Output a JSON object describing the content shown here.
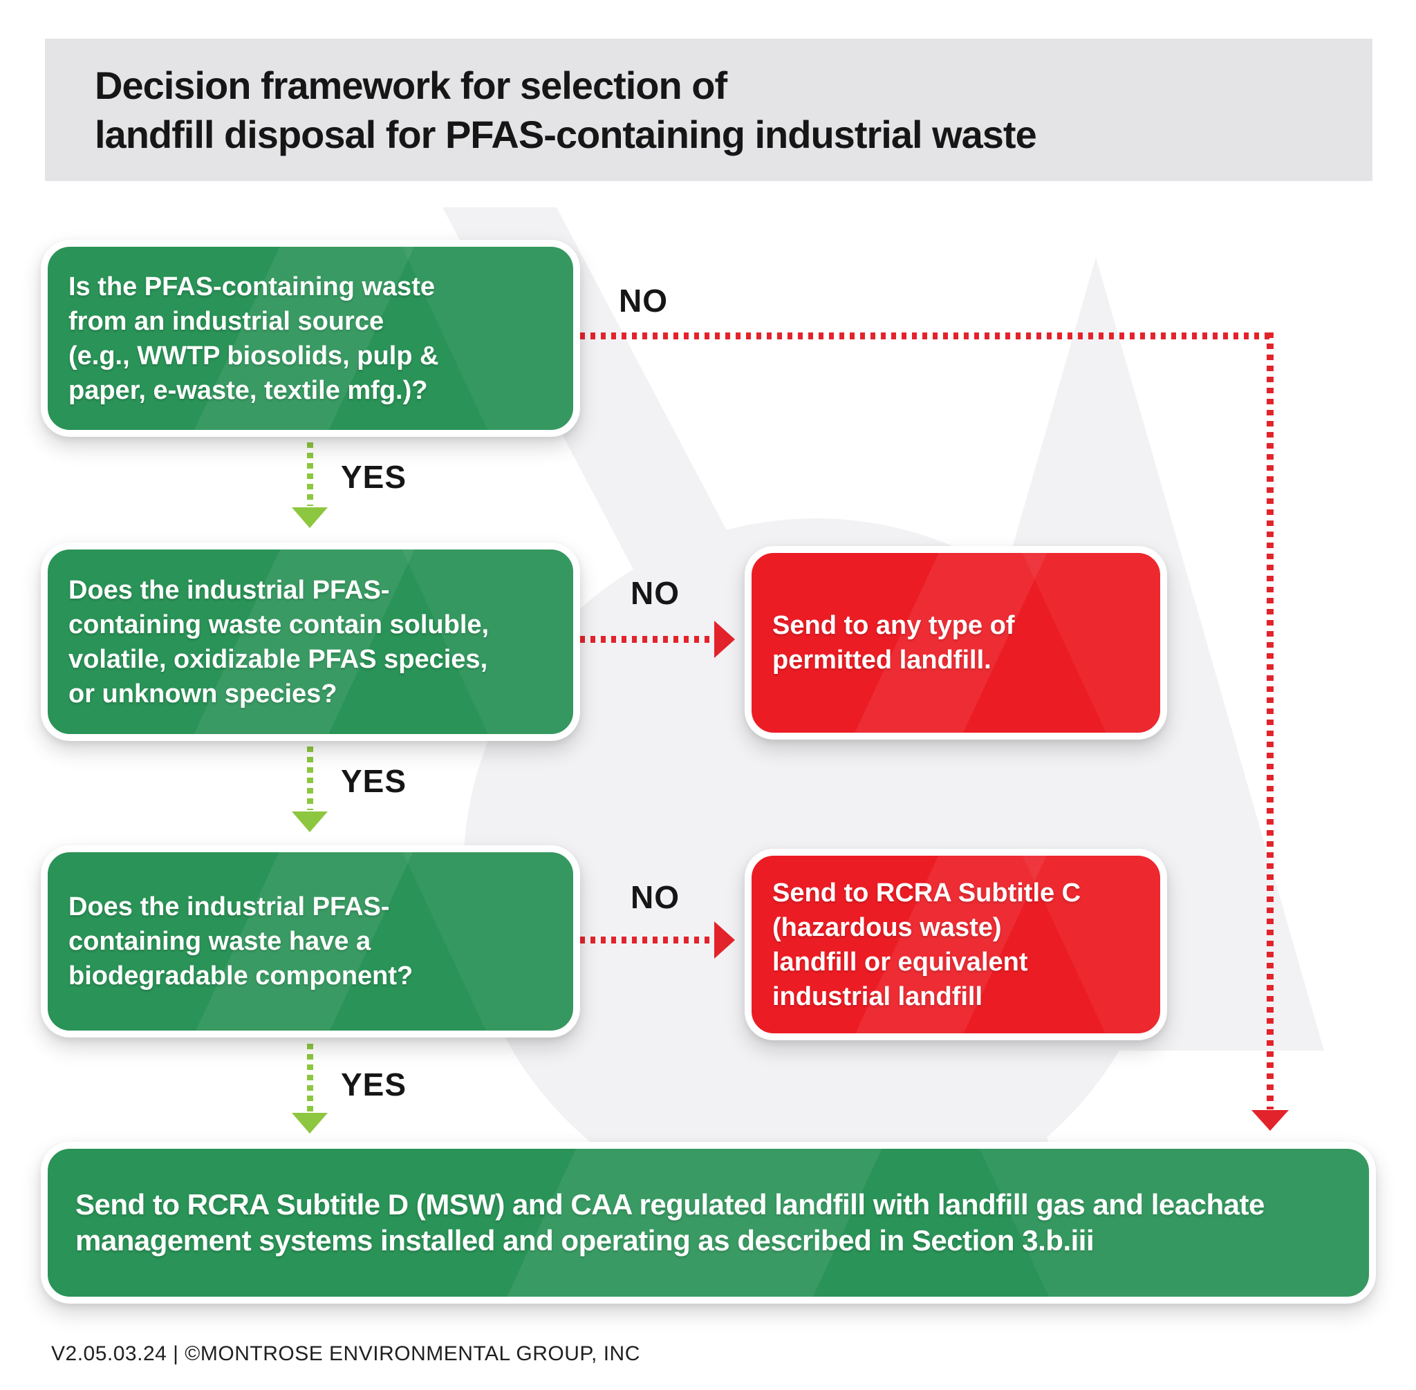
{
  "header": {
    "title_line1": "Decision framework for selection of",
    "title_line2": "landfill disposal for PFAS-containing industrial waste"
  },
  "labels": {
    "yes": "YES",
    "no": "NO"
  },
  "questions": [
    {
      "id": "industrial-source",
      "lines": [
        "Is the PFAS-containing waste",
        "from an industrial source",
        "(e.g., WWTP biosolids, pulp &",
        "paper, e-waste, textile mfg.)?"
      ]
    },
    {
      "id": "soluble-volatile-species",
      "lines": [
        "Does the industrial PFAS-",
        "containing waste contain soluble,",
        "volatile, oxidizable PFAS species,",
        "or unknown species?"
      ]
    },
    {
      "id": "biodegradable-component",
      "lines": [
        "Does the industrial PFAS-",
        "containing waste have a",
        "biodegradable component?"
      ]
    }
  ],
  "outcomes": [
    {
      "id": "any-permitted-landfill",
      "lines": [
        "Send to any type of",
        "permitted landfill."
      ]
    },
    {
      "id": "rcra-subtitle-c",
      "lines": [
        "Send to RCRA Subtitle C",
        "(hazardous waste)",
        "landfill or equivalent",
        "industrial landfill"
      ]
    },
    {
      "id": "rcra-subtitle-d",
      "lines": [
        "Send to RCRA Subtitle D (MSW) and CAA regulated landfill with landfill gas and leachate",
        "management systems installed and operating as described in Section 3.b.iii"
      ]
    }
  ],
  "footer": {
    "text": "V2.05.03.24 | ©MONTROSE ENVIRONMENTAL GROUP, INC"
  },
  "colors": {
    "green": "#2A9357",
    "red": "#EC1C24",
    "lime": "#8DC63F",
    "red_line": "#E3232B",
    "title_bar": "#E4E4E6",
    "watermark": "#F2F2F4",
    "text_dark": "#161616"
  }
}
